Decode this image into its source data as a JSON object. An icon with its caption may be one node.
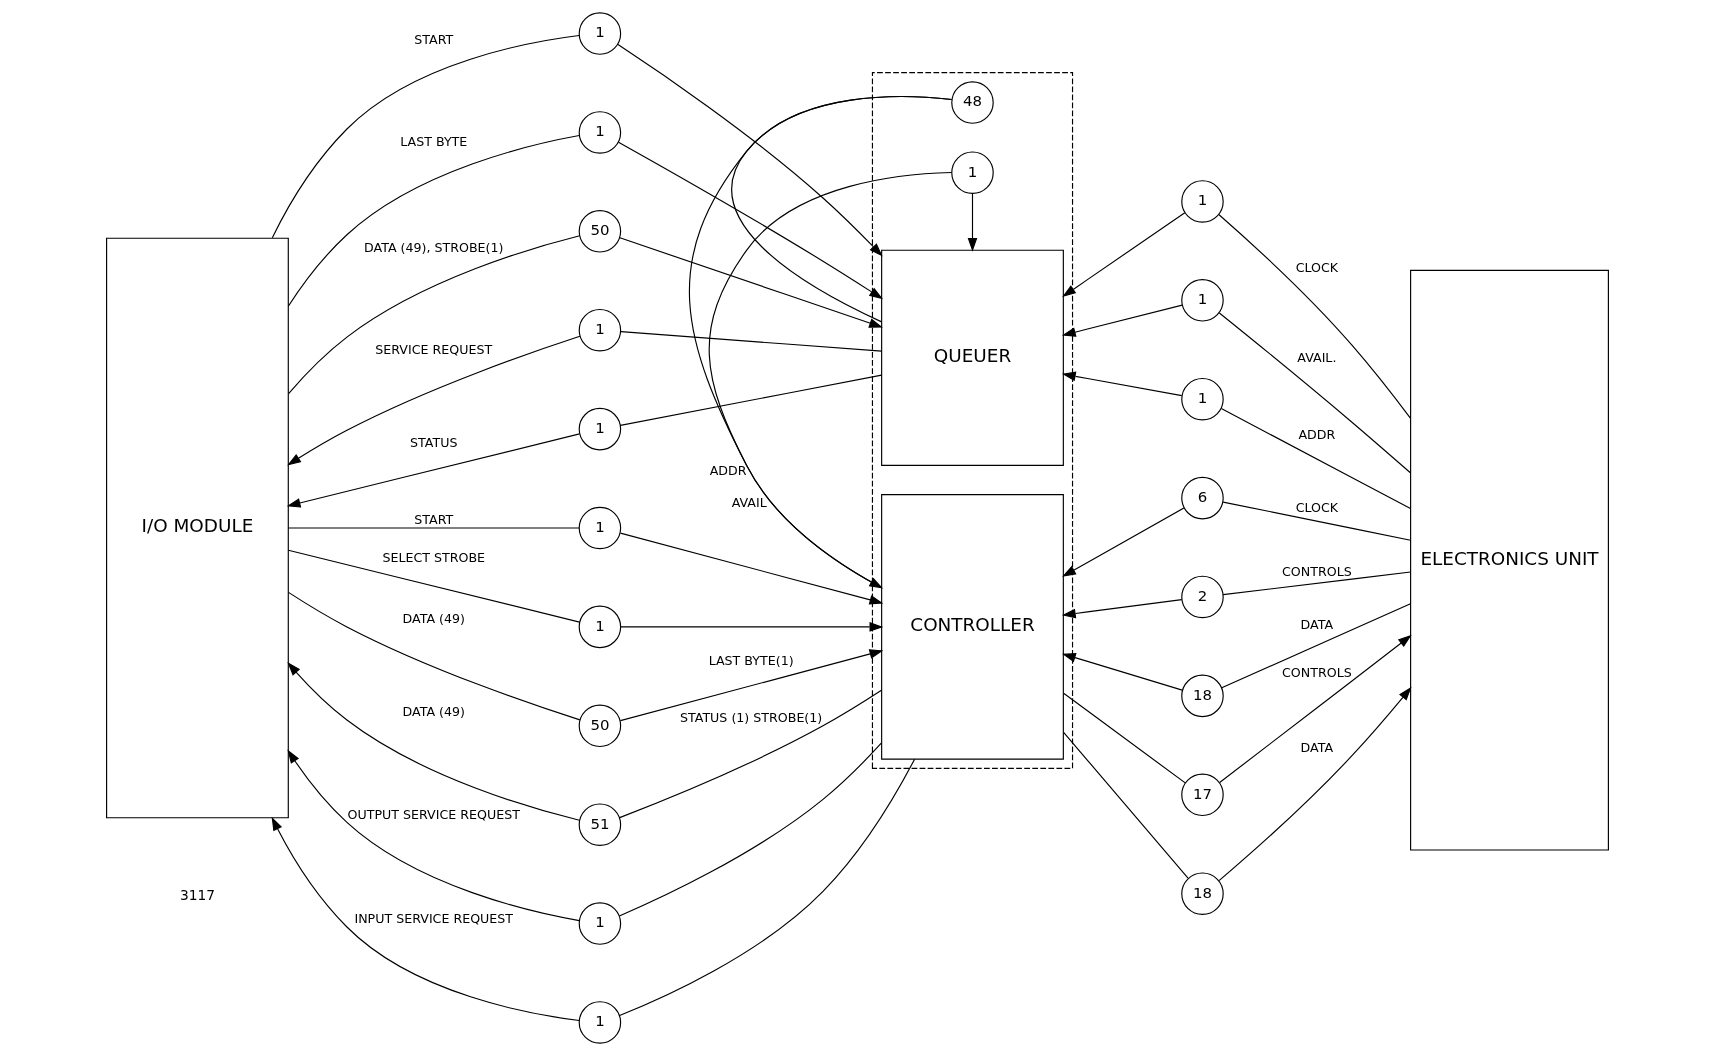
{
  "diagram": {
    "nodes": [
      {
        "text": [
          "I/O MODULE"
        ]
      },
      {
        "text": [],
        "shape": "box"
      },
      {
        "text": [
          "QUEUER"
        ],
        "in": 1
      },
      {
        "text": [
          "CONTROLLER"
        ],
        "in": 1
      },
      {
        "text": [
          "ELECTRONICS UNIT"
        ]
      },
      {
        "text": [
          "1"
        ]
      },
      {
        "text": [
          "1"
        ]
      },
      {
        "text": [
          "50"
        ]
      },
      {
        "text": [
          "1"
        ]
      },
      {
        "text": [
          "1"
        ]
      },
      {
        "text": [
          "1"
        ]
      },
      {
        "text": [
          "1"
        ]
      },
      {
        "text": [
          "1"
        ]
      },
      {
        "text": [
          "48"
        ],
        "in": 1
      },
      {
        "text": [
          "1"
        ],
        "in": 1
      },
      {
        "text": [
          "1"
        ]
      },
      {
        "text": [
          "1"
        ]
      },
      {
        "text": [
          "50"
        ]
      },
      {
        "text": [
          "51"
        ]
      },
      {
        "text": [
          "1"
        ]
      },
      {
        "text": [
          "1"
        ]
      },
      {
        "text": [
          "6"
        ]
      },
      {
        "text": [
          "2"
        ]
      },
      {
        "text": [
          "18"
        ]
      },
      {
        "text": [
          "17"
        ]
      },
      {
        "text": [
          "18"
        ]
      }
    ],
    "edges": [
      {
        "from": 0,
        "to": 5,
        "arrow": "none",
        "label": "START"
      },
      {
        "from": 5,
        "to": 2,
        "arrow": "to"
      },
      {
        "from": 0,
        "to": 6,
        "arrow": "none",
        "label": "LAST BYTE"
      },
      {
        "from": 6,
        "to": 2,
        "arrow": "to"
      },
      {
        "from": 0,
        "to": 7,
        "arrow": "none",
        "label": "DATA (49), STROBE(1)"
      },
      {
        "from": 7,
        "to": 2,
        "arrow": "to"
      },
      {
        "from": 2,
        "to": 8,
        "arrow": "none"
      },
      {
        "from": 8,
        "to": 0,
        "arrow": "to",
        "label": "SERVICE REQUEST"
      },
      {
        "from": 2,
        "to": 9,
        "arrow": "none"
      },
      {
        "from": 9,
        "to": 0,
        "arrow": "to",
        "label": "STATUS"
      },
      {
        "from": 4,
        "to": 10,
        "arrow": "none",
        "label": "CLOCK"
      },
      {
        "from": 10,
        "to": 2,
        "arrow": "to"
      },
      {
        "from": 4,
        "to": 11,
        "arrow": "none",
        "label": "AVAIL."
      },
      {
        "from": 11,
        "to": 2,
        "arrow": "to"
      },
      {
        "from": 4,
        "to": 12,
        "arrow": "none",
        "label": "ADDR"
      },
      {
        "from": 12,
        "to": 2,
        "arrow": "to"
      },
      {
        "from": 2,
        "to": 13,
        "arrow": "none"
      },
      {
        "from": 13,
        "to": 3,
        "arrow": "to",
        "label": "ADDR"
      },
      {
        "from": 3,
        "to": 14,
        "arrow": "none",
        "label": "AVAIL"
      },
      {
        "from": 14,
        "to": 2,
        "arrow": "to"
      },
      {
        "from": 0,
        "to": 15,
        "arrow": "none",
        "label": "START"
      },
      {
        "from": 15,
        "to": 3,
        "arrow": "to"
      },
      {
        "from": 0,
        "to": 16,
        "arrow": "none",
        "label": "SELECT STROBE"
      },
      {
        "from": 16,
        "to": 3,
        "arrow": "to"
      },
      {
        "from": 0,
        "to": 17,
        "arrow": "none",
        "label": "DATA (49)"
      },
      {
        "from": 17,
        "to": 3,
        "arrow": "to",
        "label": "LAST BYTE(1)"
      },
      {
        "from": 3,
        "to": 18,
        "arrow": "none",
        "label": "STATUS (1) STROBE(1)"
      },
      {
        "from": 18,
        "to": 0,
        "arrow": "to",
        "label": "DATA (49)"
      },
      {
        "from": 3,
        "to": 19,
        "arrow": "none"
      },
      {
        "from": 19,
        "to": 0,
        "arrow": "to",
        "label": "OUTPUT SERVICE REQUEST"
      },
      {
        "from": 3,
        "to": 20,
        "arrow": "none"
      },
      {
        "from": 20,
        "to": 0,
        "arrow": "to",
        "label": "INPUT SERVICE REQUEST"
      },
      {
        "from": 4,
        "to": 21,
        "arrow": "none",
        "label": "CLOCK"
      },
      {
        "from": 21,
        "to": 3,
        "arrow": "to"
      },
      {
        "from": 4,
        "to": 22,
        "arrow": "none",
        "label": "CONTROLS"
      },
      {
        "from": 22,
        "to": 3,
        "arrow": "to"
      },
      {
        "from": 4,
        "to": 23,
        "arrow": "none",
        "label": "DATA"
      },
      {
        "from": 23,
        "to": 3,
        "arrow": "to"
      },
      {
        "from": 3,
        "to": 24,
        "arrow": "none"
      },
      {
        "from": 24,
        "to": 4,
        "arrow": "to",
        "label": "CONTROLS"
      },
      {
        "from": 3,
        "to": 25,
        "arrow": "none"
      },
      {
        "from": 25,
        "to": 4,
        "arrow": "to",
        "label": "DATA"
      }
    ],
    "labels": [
      "3117"
    ]
  }
}
